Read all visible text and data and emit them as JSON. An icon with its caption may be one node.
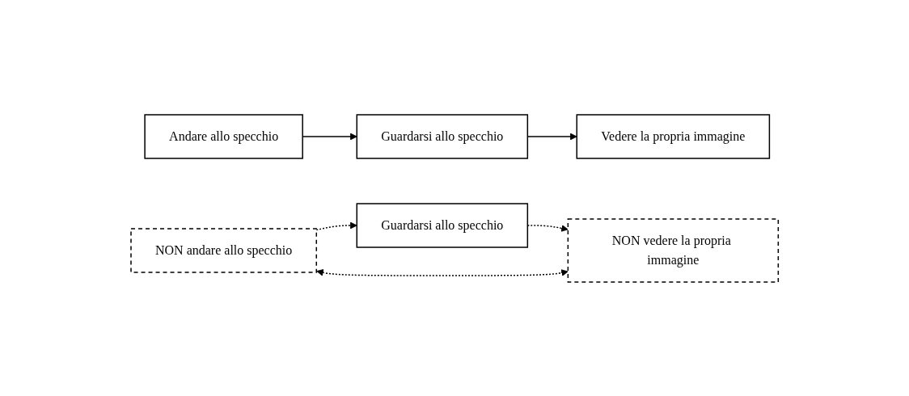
{
  "diagram": {
    "nodes": [
      {
        "text": [
          "Andare allo specchio"
        ]
      },
      {
        "text": [
          "Guardarsi allo specchio"
        ]
      },
      {
        "text": [
          "Vedere la propria immagine"
        ]
      },
      {
        "text": [
          "NON andare allo specchio"
        ]
      },
      {
        "text": [
          "Guardarsi allo specchio"
        ]
      },
      {
        "text": [
          "NON vedere la propria immagine"
        ]
      }
    ],
    "edges": [
      {
        "from": 0,
        "to": 1,
        "arrow": "to"
      },
      {
        "from": 1,
        "to": 2,
        "arrow": "to"
      },
      {
        "from": 3,
        "to": 4,
        "arrow": "to",
        "style": "dashed"
      },
      {
        "from": 4,
        "to": 5,
        "arrow": "to",
        "style": "dashed"
      },
      {
        "from": 3,
        "to": 5,
        "arrow": "both",
        "style": "dashed"
      }
    ]
  }
}
